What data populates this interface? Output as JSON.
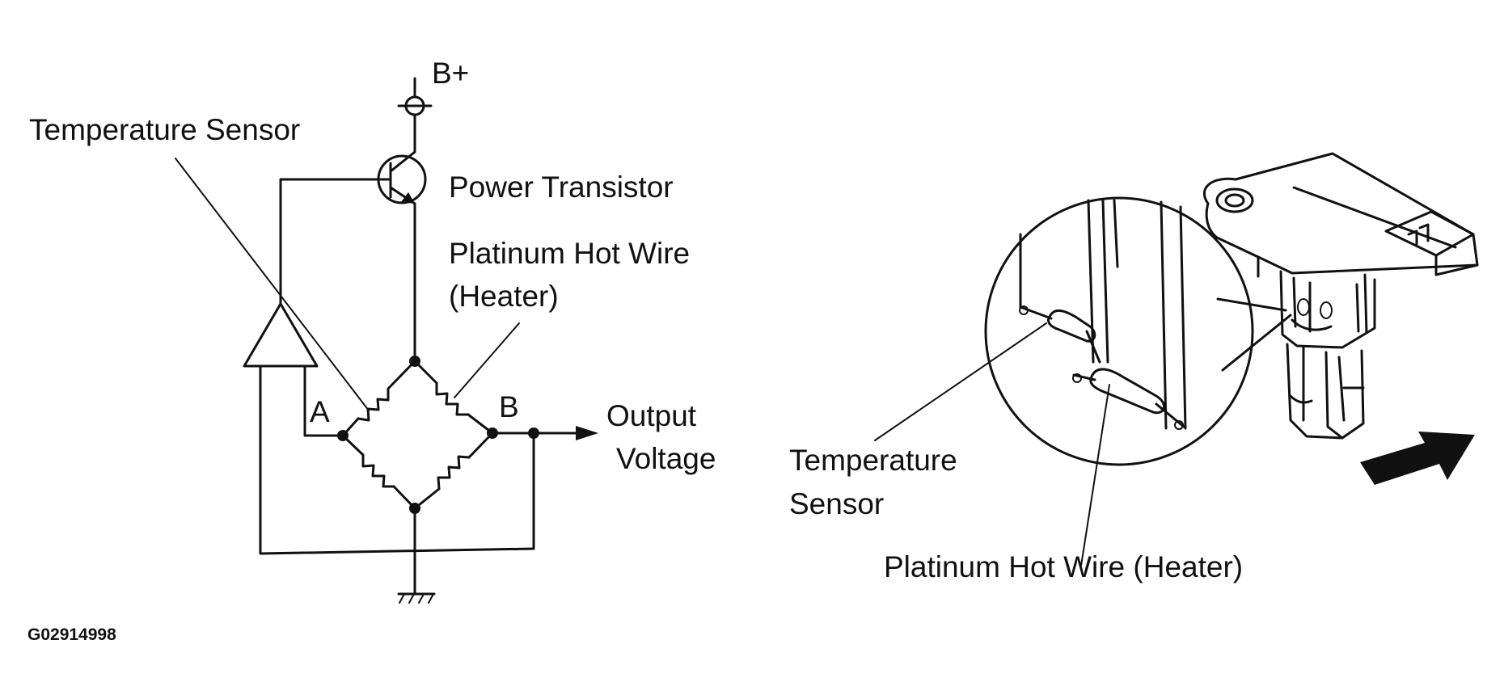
{
  "circuit": {
    "supply_label": "B+",
    "temp_sensor_label": "Temperature Sensor",
    "power_transistor_label": "Power Transistor",
    "hot_wire_label_line1": "Platinum Hot Wire",
    "hot_wire_label_line2": "(Heater)",
    "node_a_label": "A",
    "node_b_label": "B",
    "output_label_line1": "Output",
    "output_label_line2": "Voltage"
  },
  "sensor_view": {
    "temp_sensor_label_line1": "Temperature",
    "temp_sensor_label_line2": "Sensor",
    "hot_wire_label": "Platinum Hot Wire (Heater)"
  },
  "figure_code": "G02914998"
}
